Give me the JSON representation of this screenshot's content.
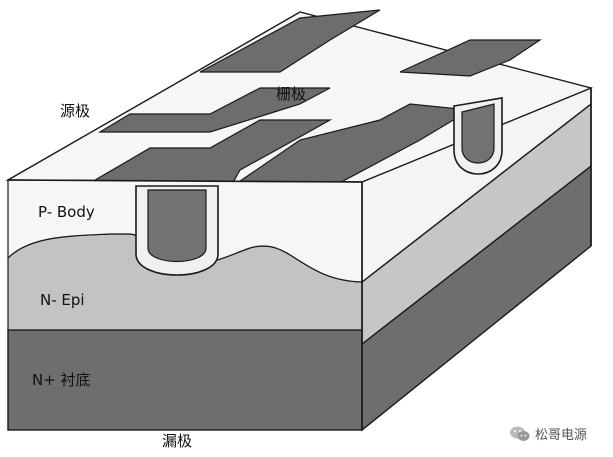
{
  "labels": {
    "source": "源极",
    "gate": "栅极",
    "p_body": "P- Body",
    "n_epi": "N- Epi",
    "n_substrate": "N+ 衬底",
    "drain": "漏极"
  },
  "watermark": {
    "icon": "wechat-icon",
    "text": "松哥电源"
  },
  "colors": {
    "metal_dark": "#6d6d6d",
    "p_body_region": "#f4f4f4",
    "n_epi_region": "#c3c3c3",
    "n_substrate_region": "#6e6e6e",
    "trench_oxide": "#f0f0f0",
    "trench_poly": "#727272",
    "outline": "#1a1a1a"
  }
}
